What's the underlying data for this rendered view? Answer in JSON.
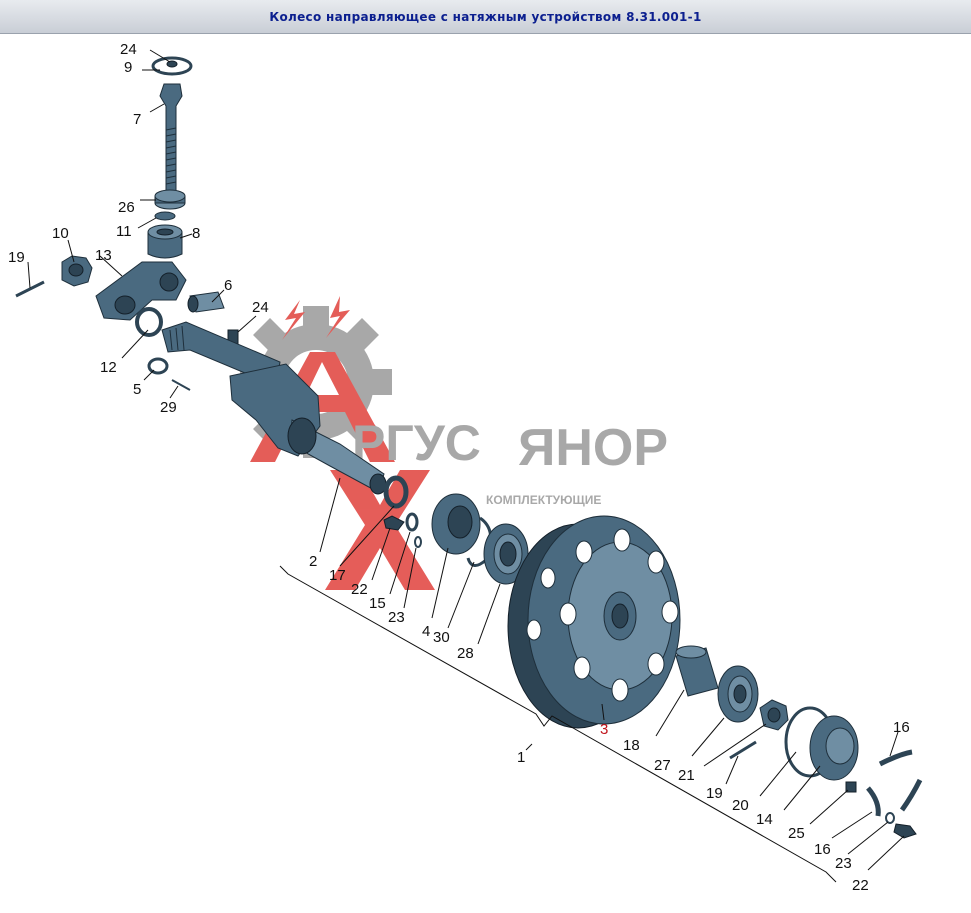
{
  "window": {
    "title": "Колесо направляющее с натяжным устройством 8.31.001-1"
  },
  "watermark": {
    "brand_left": "РГУС",
    "brand_right": "ЯНОР",
    "tagline": "КОМПЛЕКТУЮЩИЕ",
    "color_red": "#e0413c",
    "color_gray": "#9a9a9a"
  },
  "colors": {
    "part_fill": "#4a6a80",
    "highlight_label": "#c0141c"
  },
  "labels": {
    "l24a": "24",
    "l9": "9",
    "l7": "7",
    "l26": "26",
    "l11": "11",
    "l8": "8",
    "l10": "10",
    "l19a": "19",
    "l13": "13",
    "l6": "6",
    "l24b": "24",
    "l12": "12",
    "l5": "5",
    "l29": "29",
    "l2": "2",
    "l17": "17",
    "l22a": "22",
    "l15": "15",
    "l23a": "23",
    "l4": "4",
    "l30": "30",
    "l28": "28",
    "l3": "3",
    "l1": "1",
    "l18": "18",
    "l27": "27",
    "l21": "21",
    "l19b": "19",
    "l20": "20",
    "l14": "14",
    "l25": "25",
    "l16a": "16",
    "l16b": "16",
    "l23b": "23",
    "l22b": "22"
  }
}
